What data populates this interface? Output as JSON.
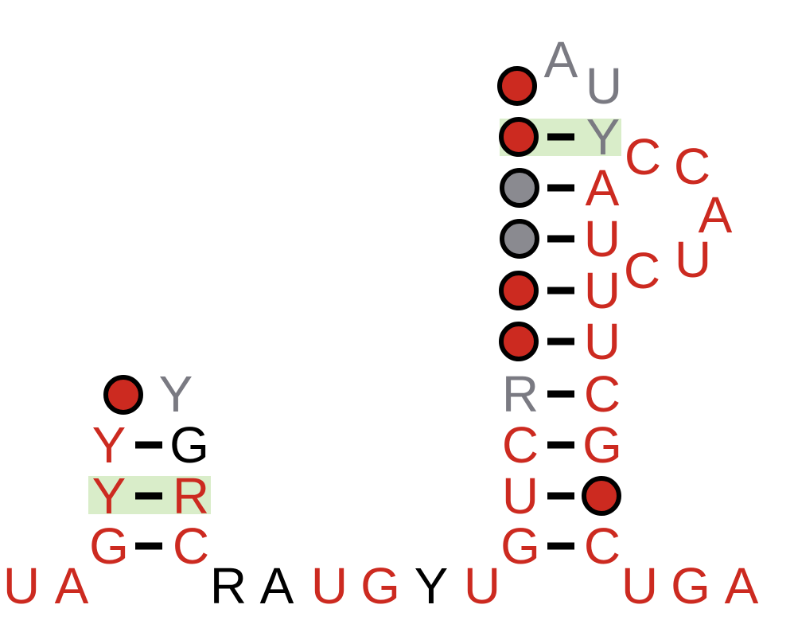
{
  "colors": {
    "red": "#cc2a20",
    "gray": "#7a7a82",
    "black": "#000000",
    "highlight": "#d9edc9",
    "circle_red": "#cc2a20",
    "circle_gray": "#8a8a90"
  },
  "bases": [
    {
      "id": "b01",
      "t": "U",
      "c": "red"
    },
    {
      "id": "b02",
      "t": "A",
      "c": "red"
    },
    {
      "id": "b03",
      "t": "G",
      "c": "red"
    },
    {
      "id": "b04",
      "t": "Y",
      "c": "red"
    },
    {
      "id": "b05",
      "t": "Y",
      "c": "red"
    },
    {
      "id": "b06",
      "t": "Y",
      "c": "gray"
    },
    {
      "id": "b07",
      "t": "G",
      "c": "black"
    },
    {
      "id": "b08",
      "t": "R",
      "c": "red"
    },
    {
      "id": "b09",
      "t": "C",
      "c": "red"
    },
    {
      "id": "b10",
      "t": "R",
      "c": "black"
    },
    {
      "id": "b11",
      "t": "A",
      "c": "black"
    },
    {
      "id": "b12",
      "t": "U",
      "c": "red"
    },
    {
      "id": "b13",
      "t": "G",
      "c": "red"
    },
    {
      "id": "b14",
      "t": "Y",
      "c": "black"
    },
    {
      "id": "b15",
      "t": "U",
      "c": "red"
    },
    {
      "id": "b16",
      "t": "G",
      "c": "red"
    },
    {
      "id": "b17",
      "t": "U",
      "c": "red"
    },
    {
      "id": "b18",
      "t": "C",
      "c": "red"
    },
    {
      "id": "b19",
      "t": "R",
      "c": "gray"
    },
    {
      "id": "b20",
      "t": "A",
      "c": "gray"
    },
    {
      "id": "b21",
      "t": "U",
      "c": "gray"
    },
    {
      "id": "b22",
      "t": "Y",
      "c": "gray"
    },
    {
      "id": "b23",
      "t": "A",
      "c": "red"
    },
    {
      "id": "b24",
      "t": "U",
      "c": "red"
    },
    {
      "id": "b25",
      "t": "U",
      "c": "red"
    },
    {
      "id": "b26",
      "t": "U",
      "c": "red"
    },
    {
      "id": "b27",
      "t": "C",
      "c": "red"
    },
    {
      "id": "b28",
      "t": "G",
      "c": "red"
    },
    {
      "id": "b29",
      "t": "C",
      "c": "red"
    },
    {
      "id": "b30",
      "t": "C",
      "c": "red"
    },
    {
      "id": "b31",
      "t": "C",
      "c": "red"
    },
    {
      "id": "b32",
      "t": "A",
      "c": "red"
    },
    {
      "id": "b33",
      "t": "C",
      "c": "red"
    },
    {
      "id": "b34",
      "t": "U",
      "c": "red"
    },
    {
      "id": "b35",
      "t": "U",
      "c": "red"
    },
    {
      "id": "b36",
      "t": "G",
      "c": "red"
    },
    {
      "id": "b37",
      "t": "A",
      "c": "red"
    }
  ],
  "circles": [
    {
      "id": "c1",
      "c": "circle_red"
    },
    {
      "id": "c2",
      "c": "circle_red"
    },
    {
      "id": "c3",
      "c": "circle_red"
    },
    {
      "id": "c4",
      "c": "circle_gray"
    },
    {
      "id": "c5",
      "c": "circle_gray"
    },
    {
      "id": "c6",
      "c": "circle_red"
    },
    {
      "id": "c7",
      "c": "circle_red"
    },
    {
      "id": "c8",
      "c": "circle_red"
    }
  ],
  "pairs": [
    {
      "id": "p1"
    },
    {
      "id": "p2"
    },
    {
      "id": "p3"
    },
    {
      "id": "p4"
    },
    {
      "id": "p5"
    },
    {
      "id": "p6"
    },
    {
      "id": "p7"
    },
    {
      "id": "p8"
    },
    {
      "id": "p9"
    },
    {
      "id": "p10"
    },
    {
      "id": "p11"
    },
    {
      "id": "p12"
    },
    {
      "id": "p13"
    }
  ],
  "highlights": [
    {
      "id": "h1"
    },
    {
      "id": "h2"
    }
  ]
}
